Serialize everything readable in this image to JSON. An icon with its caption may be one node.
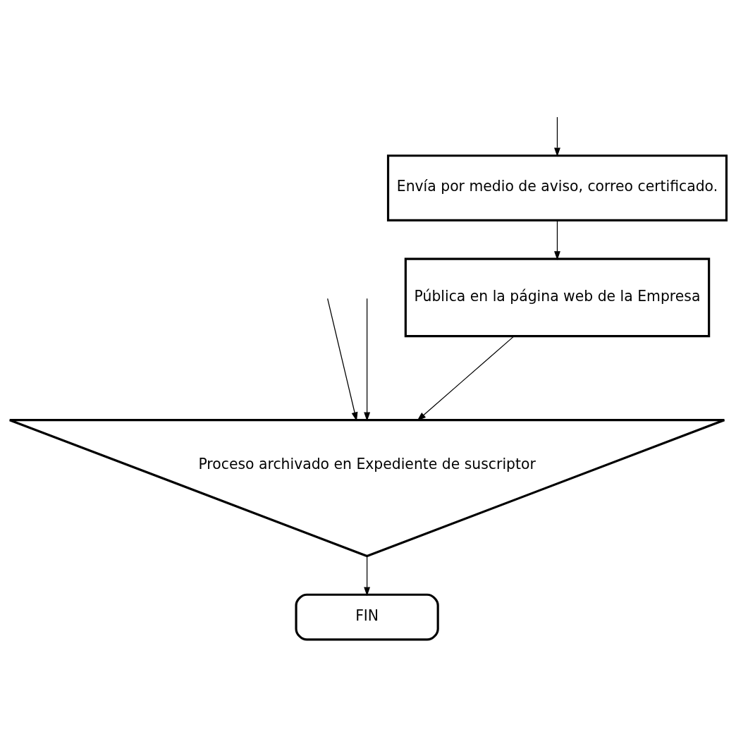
{
  "diagram": {
    "nodes": [
      {
        "text": [
          "Envía por medio de aviso, correo certificado."
        ]
      },
      {
        "text": [
          "Pública en la página web de la Empresa"
        ]
      },
      {
        "text": [
          "Proceso archivado en Expediente de suscriptor"
        ]
      },
      {
        "text": [
          "FIN"
        ]
      }
    ],
    "edges": [
      {
        "from": null,
        "to": 0,
        "arrow": "to"
      },
      {
        "from": 0,
        "to": 1,
        "arrow": "to"
      },
      {
        "from": 1,
        "to": 2,
        "arrow": "to"
      },
      {
        "from": null,
        "to": 2,
        "arrow": "to"
      },
      {
        "from": null,
        "to": 2,
        "arrow": "to"
      },
      {
        "from": 2,
        "to": 3,
        "arrow": "to"
      }
    ]
  }
}
